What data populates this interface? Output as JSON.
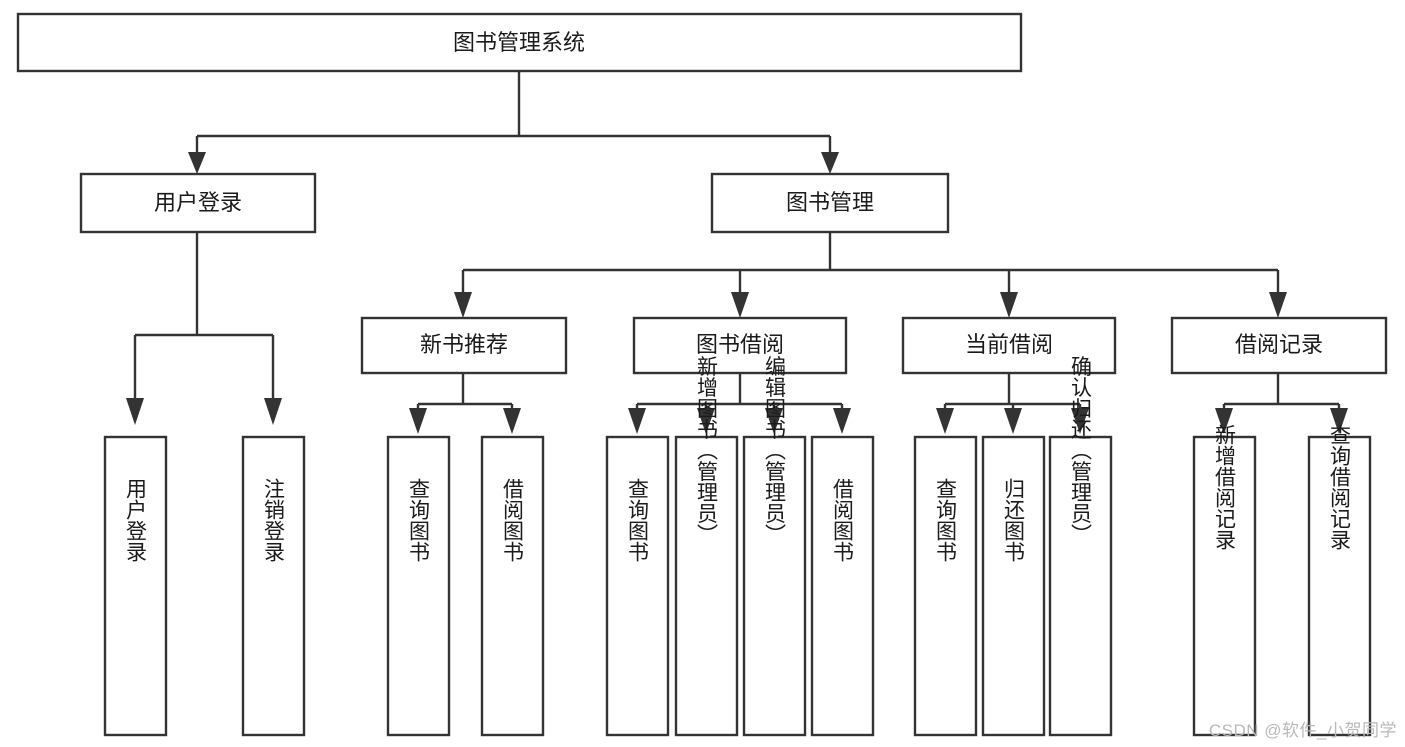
{
  "diagram": {
    "type": "tree-hierarchy-chart",
    "title": "图书管理系统",
    "orientation": "top-down",
    "colors": {
      "box_stroke": "#333333",
      "box_fill": "#ffffff",
      "text": "#1a1a1a",
      "background": "#ffffff",
      "watermark": "#b9b9b9"
    }
  },
  "root": {
    "label": "图书管理系统",
    "level": 1
  },
  "level2": [
    {
      "label": "用户登录"
    },
    {
      "label": "图书管理"
    }
  ],
  "level3": [
    {
      "label": "新书推荐"
    },
    {
      "label": "图书借阅"
    },
    {
      "label": "当前借阅"
    },
    {
      "label": "借阅记录"
    }
  ],
  "leaves": {
    "user_login": [
      {
        "label": "用户登录"
      },
      {
        "label": "注销登录"
      }
    ],
    "new_book_recommend": [
      {
        "label": "查询图书"
      },
      {
        "label": "借阅图书"
      }
    ],
    "book_borrow": [
      {
        "label": "查询图书"
      },
      {
        "label": "新增图书（管理员）"
      },
      {
        "label": "编辑图书（管理员）"
      },
      {
        "label": "借阅图书"
      }
    ],
    "current_borrow": [
      {
        "label": "查询图书"
      },
      {
        "label": "归还图书"
      },
      {
        "label": "确认归还（管理员）"
      }
    ],
    "borrow_records": [
      {
        "label": "新增借阅记录"
      },
      {
        "label": "查询借阅记录"
      }
    ]
  },
  "watermark": {
    "text": "CSDN @软件_小贺同学"
  }
}
